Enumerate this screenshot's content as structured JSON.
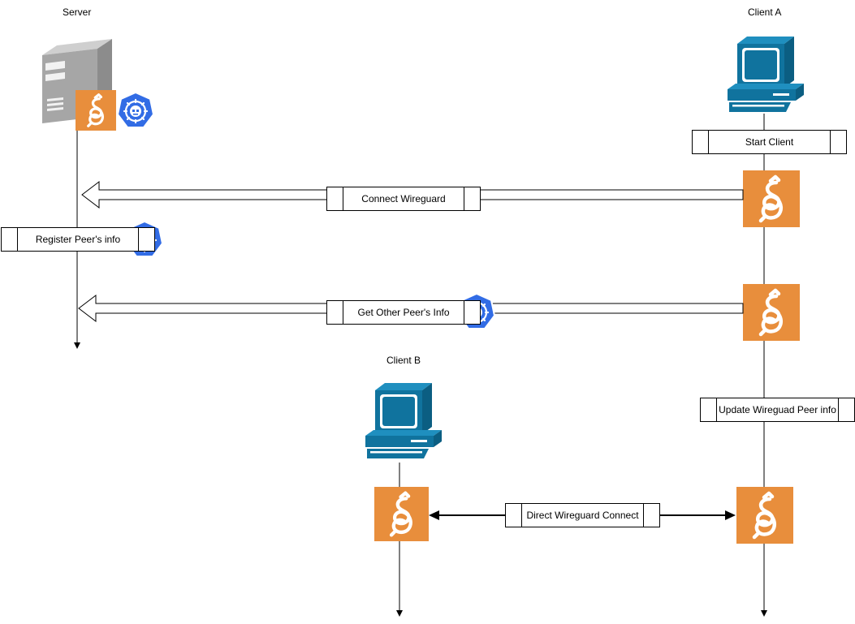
{
  "actors": {
    "server": {
      "label": "Server"
    },
    "client_a": {
      "label": "Client A"
    },
    "client_b": {
      "label": "Client B"
    }
  },
  "steps": {
    "start_client": "Start Client",
    "connect_wireguard": "Connect Wireguard",
    "register_peer": "Register Peer's info",
    "get_other_peer": "Get Other Peer's Info",
    "update_peer": "Update Wireguad Peer info",
    "direct_connect": "Direct Wireguard Connect"
  },
  "icons": {
    "wireguard": "wireguard-icon",
    "kubernetes_operator": "kubernetes-operator-icon",
    "server": "server-tower-icon",
    "computer": "desktop-computer-icon"
  },
  "colors": {
    "wireguard_bg": "#E88E3C",
    "kubernetes_blue": "#326CE5",
    "computer_blue": "#10739E",
    "server_grey": "#7F7F7F"
  }
}
